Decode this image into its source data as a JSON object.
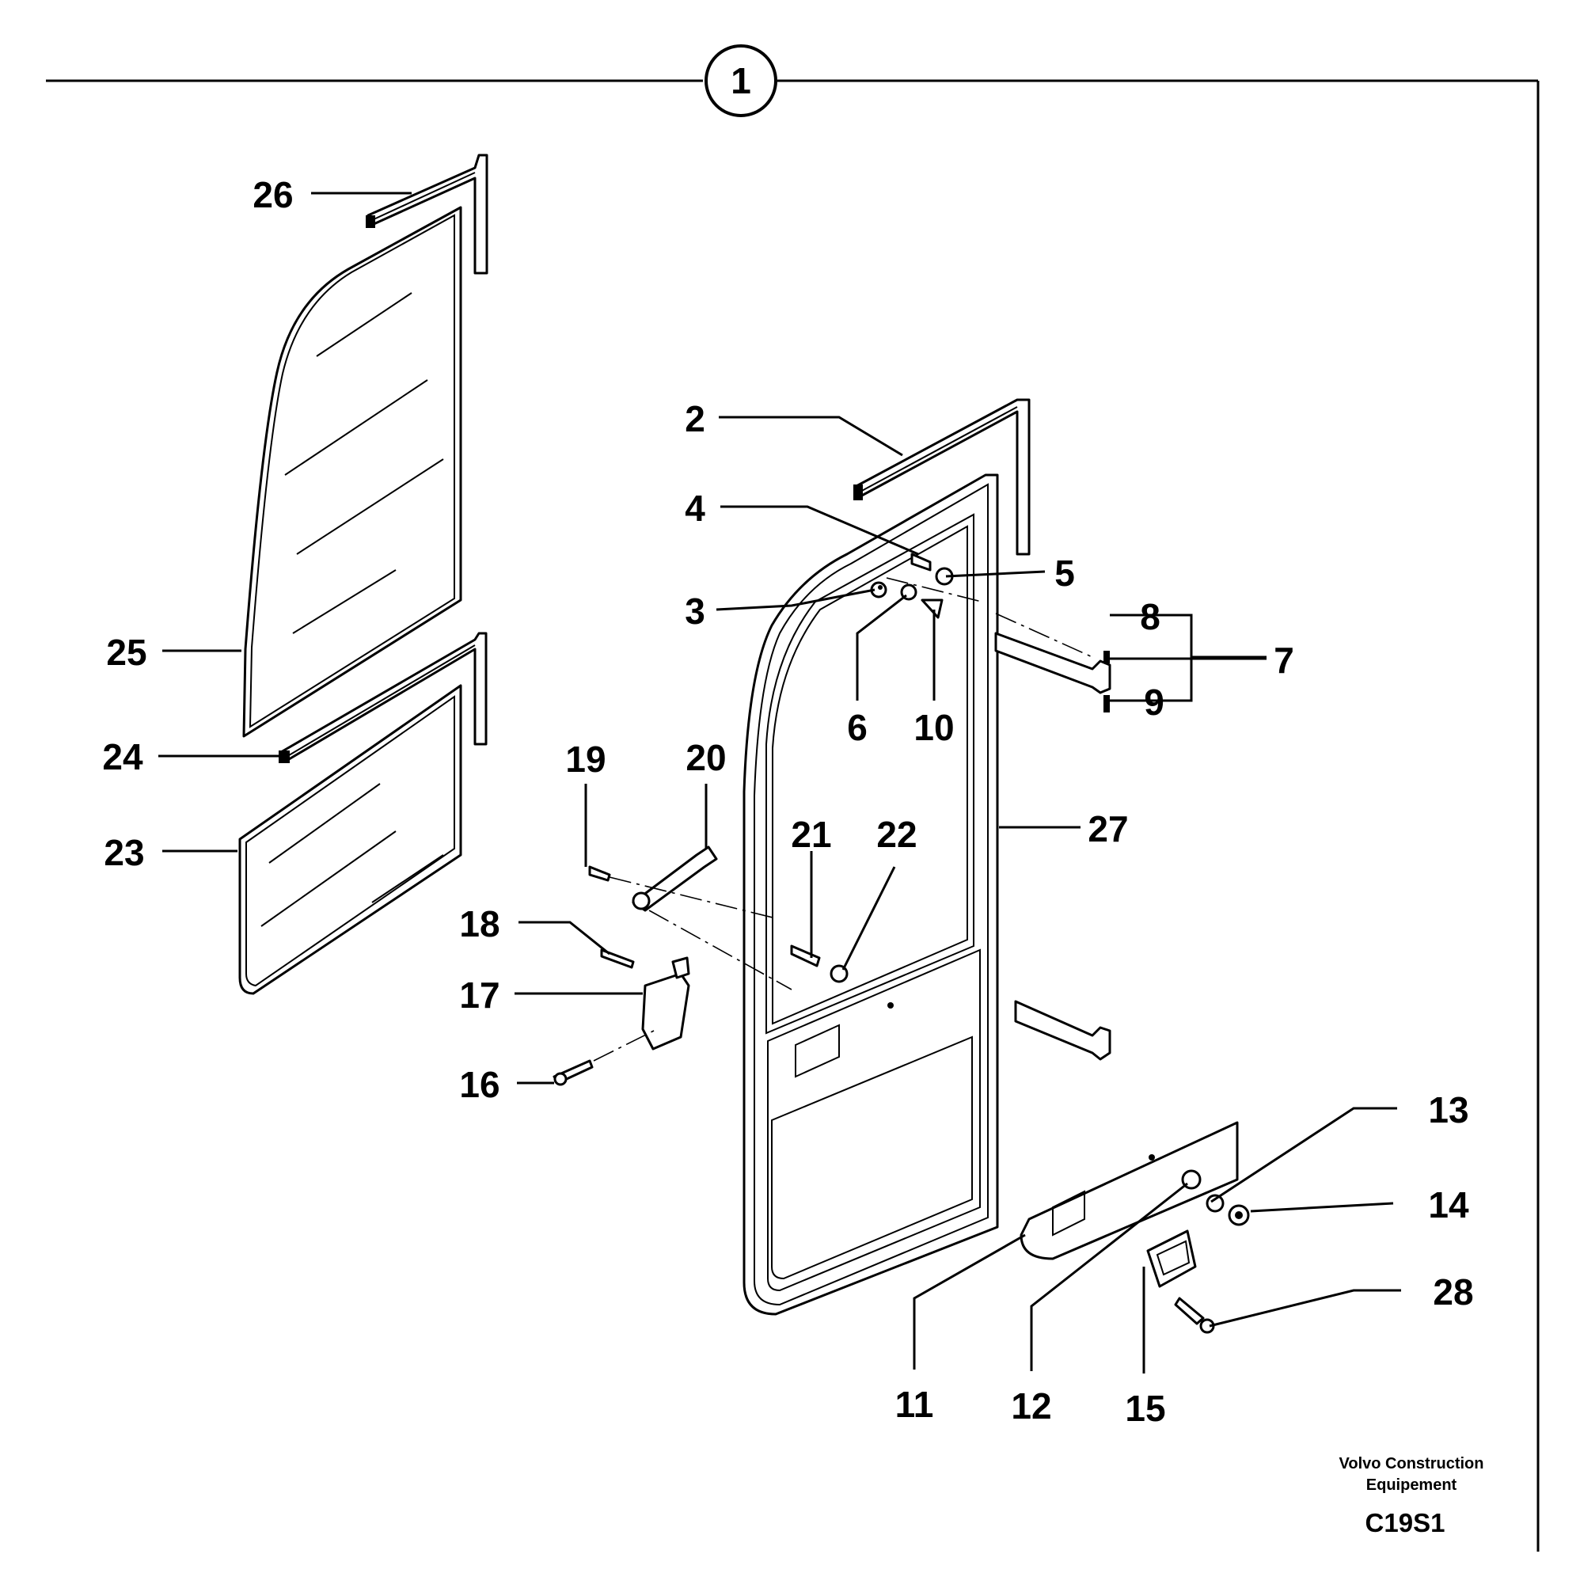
{
  "header": {
    "section_number": "1"
  },
  "callouts": [
    {
      "id": "2",
      "label": "2"
    },
    {
      "id": "3",
      "label": "3"
    },
    {
      "id": "4",
      "label": "4"
    },
    {
      "id": "5",
      "label": "5"
    },
    {
      "id": "6",
      "label": "6"
    },
    {
      "id": "7",
      "label": "7"
    },
    {
      "id": "8",
      "label": "8"
    },
    {
      "id": "9",
      "label": "9"
    },
    {
      "id": "10",
      "label": "10"
    },
    {
      "id": "11",
      "label": "11"
    },
    {
      "id": "12",
      "label": "12"
    },
    {
      "id": "13",
      "label": "13"
    },
    {
      "id": "14",
      "label": "14"
    },
    {
      "id": "15",
      "label": "15"
    },
    {
      "id": "16",
      "label": "16"
    },
    {
      "id": "17",
      "label": "17"
    },
    {
      "id": "18",
      "label": "18"
    },
    {
      "id": "19",
      "label": "19"
    },
    {
      "id": "20",
      "label": "20"
    },
    {
      "id": "21",
      "label": "21"
    },
    {
      "id": "22",
      "label": "22"
    },
    {
      "id": "23",
      "label": "23"
    },
    {
      "id": "24",
      "label": "24"
    },
    {
      "id": "25",
      "label": "25"
    },
    {
      "id": "26",
      "label": "26"
    },
    {
      "id": "27",
      "label": "27"
    },
    {
      "id": "28",
      "label": "28"
    }
  ],
  "footer": {
    "brand_line1": "Volvo Construction",
    "brand_line2": "Equipement",
    "drawing_code": "C19S1"
  }
}
